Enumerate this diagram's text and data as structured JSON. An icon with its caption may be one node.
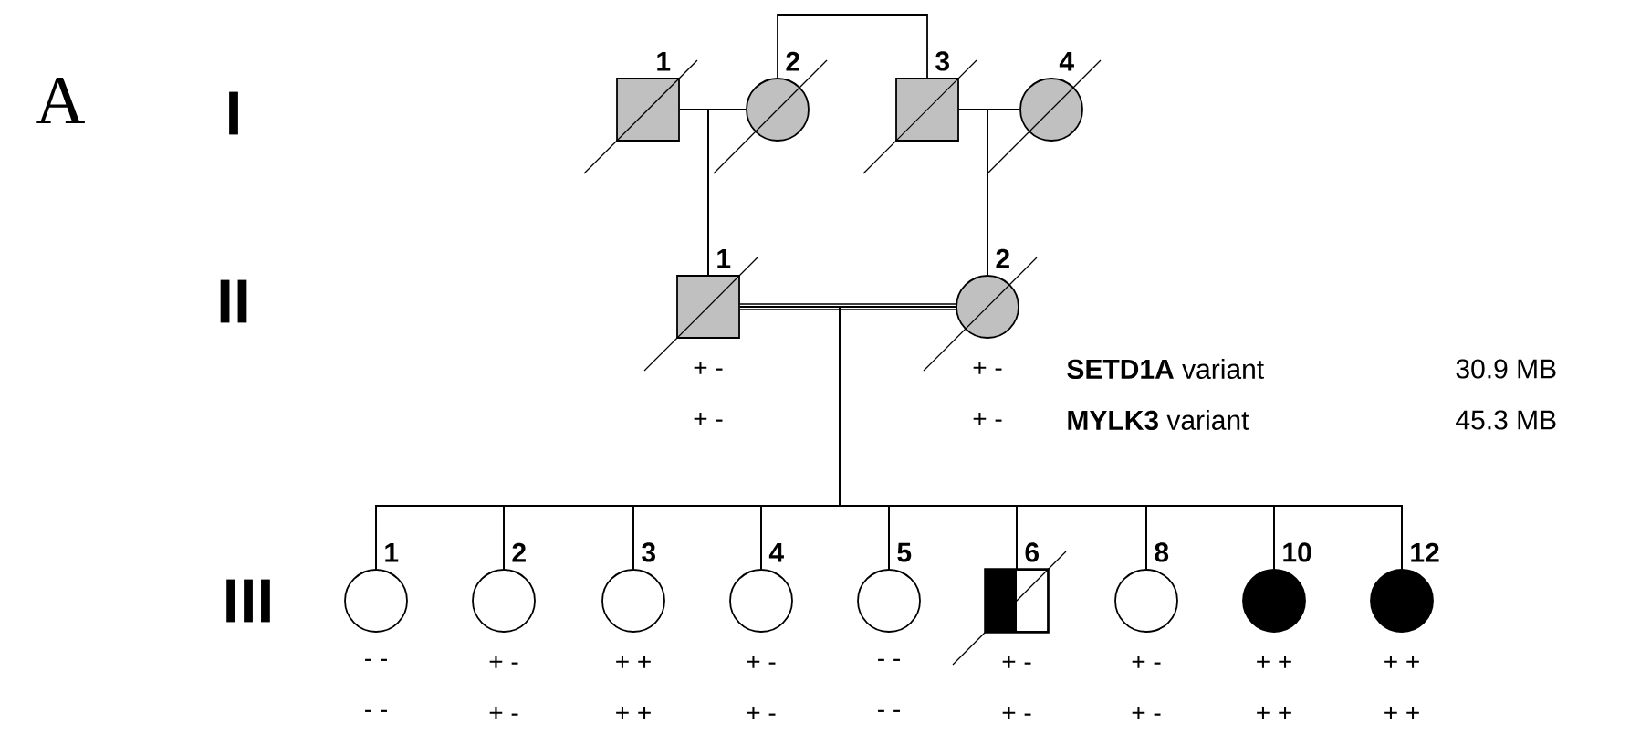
{
  "diagram": {
    "nodes": [
      {
        "text": [],
        "shape": "box",
        "beside": [
          "1"
        ]
      },
      {
        "text": [],
        "shape": "circle",
        "beside": [
          "2"
        ]
      },
      {
        "text": [],
        "shape": "box",
        "beside": [
          "3"
        ]
      },
      {
        "text": [],
        "shape": "circle",
        "beside": [
          "4"
        ]
      },
      {
        "text": [],
        "shape": "box",
        "beside": [
          "1",
          "+ -",
          "+ -"
        ]
      },
      {
        "text": [],
        "shape": "circle",
        "beside": [
          "2",
          "+ -",
          "+ -"
        ]
      },
      {
        "text": [],
        "shape": "circle",
        "beside": [
          "1",
          "- -",
          "- -"
        ]
      },
      {
        "text": [],
        "shape": "circle",
        "beside": [
          "2",
          "+ -",
          "+ -"
        ]
      },
      {
        "text": [],
        "shape": "circle",
        "beside": [
          "3",
          "+ +",
          "+ +"
        ]
      },
      {
        "text": [],
        "shape": "circle",
        "beside": [
          "4",
          "+ -",
          "+ -"
        ]
      },
      {
        "text": [],
        "shape": "circle",
        "beside": [
          "5",
          "- -",
          "- -"
        ]
      },
      {
        "text": [],
        "shape": "box",
        "beside": [
          "6",
          "+ -",
          "+ -"
        ]
      },
      {
        "text": [],
        "shape": "circle",
        "beside": [
          "8",
          "+ -",
          "+ -"
        ]
      },
      {
        "text": [],
        "shape": "circle",
        "beside": [
          "10",
          "+ +",
          "+ +"
        ]
      },
      {
        "text": [],
        "shape": "circle",
        "beside": [
          "12",
          "+ +",
          "+ +"
        ]
      }
    ],
    "edges": [
      {
        "from": 0,
        "to": 1,
        "arrow": "none"
      },
      {
        "from": 2,
        "to": 3,
        "arrow": "none"
      },
      {
        "from": 1,
        "to": 2,
        "arrow": "none"
      },
      {
        "from": 0,
        "to": 4,
        "arrow": "none"
      },
      {
        "from": 1,
        "to": 4,
        "arrow": "none"
      },
      {
        "from": 2,
        "to": 5,
        "arrow": "none"
      },
      {
        "from": 3,
        "to": 5,
        "arrow": "none"
      },
      {
        "from": 4,
        "to": 5,
        "arrow": "none",
        "style": "thick"
      },
      {
        "from": 4,
        "to": 6,
        "arrow": "none"
      },
      {
        "from": 4,
        "to": 7,
        "arrow": "none"
      },
      {
        "from": 4,
        "to": 8,
        "arrow": "none"
      },
      {
        "from": 4,
        "to": 9,
        "arrow": "none"
      },
      {
        "from": 4,
        "to": 10,
        "arrow": "none"
      },
      {
        "from": 4,
        "to": 11,
        "arrow": "none"
      },
      {
        "from": 4,
        "to": 12,
        "arrow": "none"
      },
      {
        "from": 4,
        "to": 13,
        "arrow": "none"
      },
      {
        "from": 4,
        "to": 14,
        "arrow": "none"
      },
      {
        "from": 5,
        "to": 6,
        "arrow": "none"
      },
      {
        "from": 5,
        "to": 7,
        "arrow": "none"
      },
      {
        "from": 5,
        "to": 8,
        "arrow": "none"
      },
      {
        "from": 5,
        "to": 9,
        "arrow": "none"
      },
      {
        "from": 5,
        "to": 10,
        "arrow": "none"
      },
      {
        "from": 5,
        "to": 11,
        "arrow": "none"
      },
      {
        "from": 5,
        "to": 12,
        "arrow": "none"
      },
      {
        "from": 5,
        "to": 13,
        "arrow": "none"
      },
      {
        "from": 5,
        "to": 14,
        "arrow": "none"
      }
    ],
    "labels": [
      "A",
      "I",
      "II",
      "**SETD1A** variant",
      "30.9 MB",
      "**MYLK3** variant",
      "45.3 MB",
      "III"
    ]
  }
}
